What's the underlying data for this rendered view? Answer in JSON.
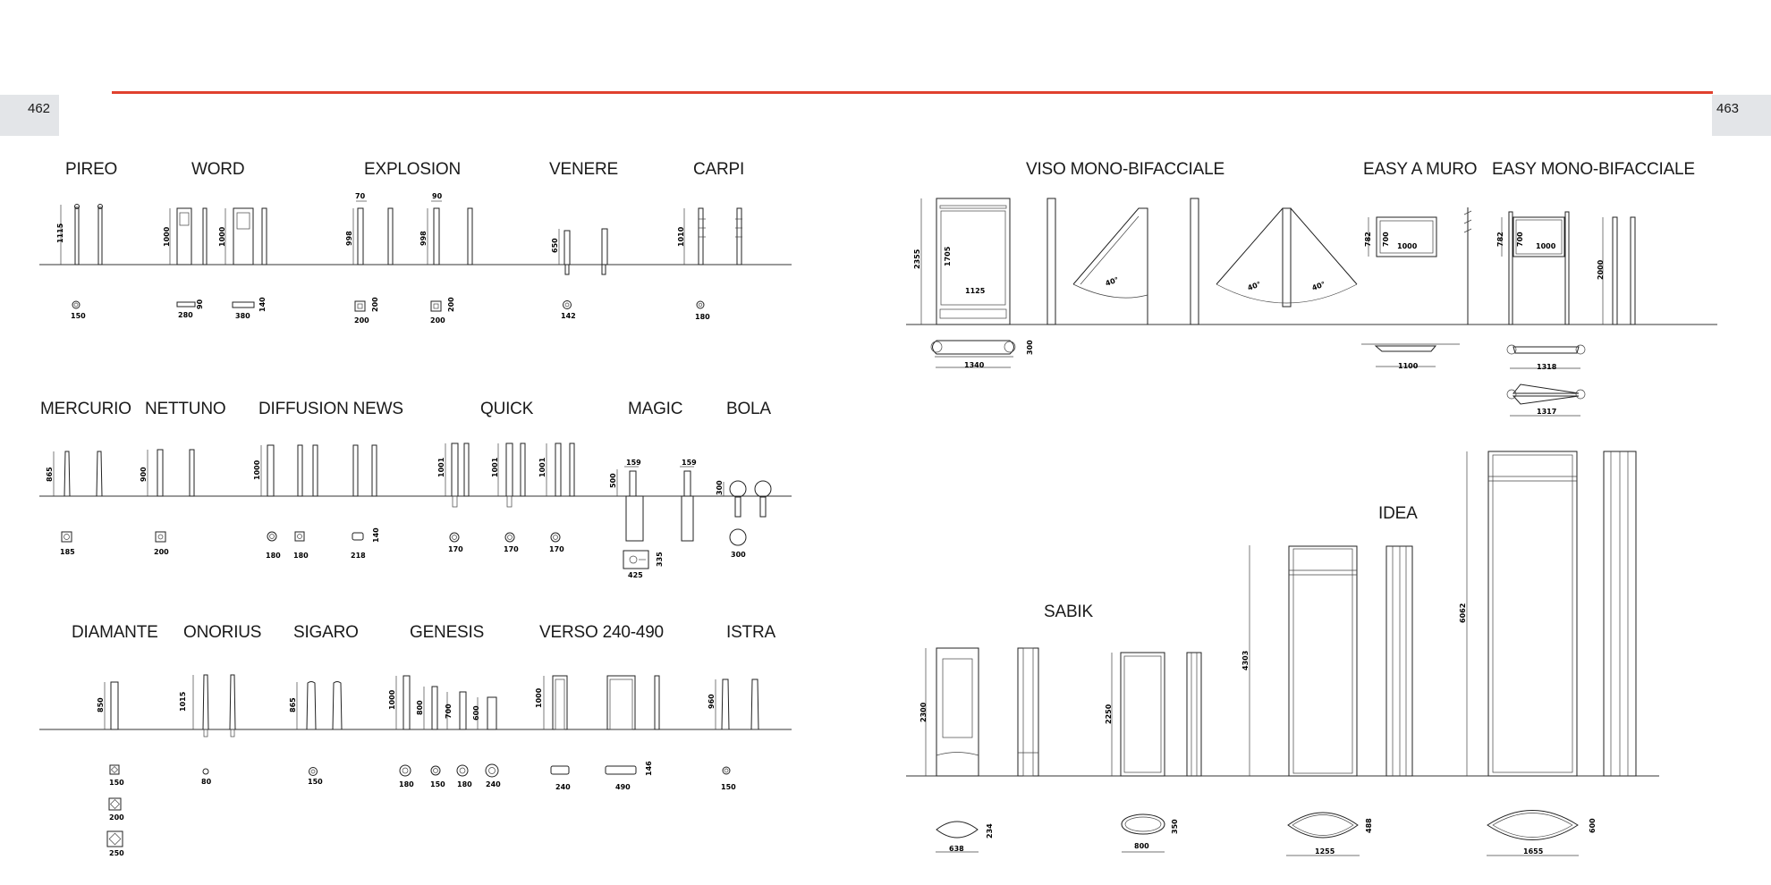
{
  "page_numbers": {
    "left": "462",
    "right": "463"
  },
  "colors": {
    "accent_rule": "#e0412e",
    "page_tab": "#e3e5e8"
  },
  "titles": {
    "pireo": "PIREO",
    "word": "WORD",
    "explosion": "EXPLOSION",
    "venere": "VENERE",
    "carpi": "CARPI",
    "mercurio": "MERCURIO",
    "nettuno": "NETTUNO",
    "diffusion_news": "DIFFUSION NEWS",
    "quick": "QUICK",
    "magic": "MAGIC",
    "bola": "BOLA",
    "diamante": "DIAMANTE",
    "onorius": "ONORIUS",
    "sigaro": "SIGARO",
    "genesis": "GENESIS",
    "verso": "VERSO 240-490",
    "istra": "ISTRA",
    "viso": "VISO MONO-BIFACCIALE",
    "easy_muro": "EASY A MURO",
    "easy_mono": "EASY MONO-BIFACCIALE",
    "idea": "IDEA",
    "sabik": "SABIK"
  },
  "dims": {
    "pireo_h": "1115",
    "pireo_w": "150",
    "word_h1": "1000",
    "word_h2": "1000",
    "word_w1": "280",
    "word_d1": "90",
    "word_w2": "380",
    "word_d2": "140",
    "explosion_t1": "70",
    "explosion_t2": "90",
    "explosion_h1": "998",
    "explosion_h2": "998",
    "explosion_w1": "200",
    "explosion_d1": "200",
    "explosion_w2": "200",
    "explosion_d2": "200",
    "venere_h": "650",
    "venere_w": "142",
    "carpi_h": "1010",
    "carpi_w": "180",
    "mercurio_h": "865",
    "mercurio_w": "185",
    "nettuno_h": "900",
    "nettuno_w": "200",
    "diffusion_h": "1000",
    "diffusion_w1": "180",
    "diffusion_w2": "180",
    "diffusion_w3": "218",
    "diffusion_d3": "140",
    "quick_h1": "1001",
    "quick_h2": "1001",
    "quick_h3": "1001",
    "quick_w1": "170",
    "quick_w2": "170",
    "quick_w3": "170",
    "magic_t1": "159",
    "magic_t2": "159",
    "magic_h": "500",
    "magic_w": "425",
    "magic_d": "335",
    "bola_h": "300",
    "bola_w": "300",
    "diamante_h": "850",
    "diamante_w1": "150",
    "diamante_w2": "200",
    "diamante_w3": "250",
    "onorius_h": "1015",
    "onorius_w": "80",
    "sigaro_h": "865",
    "sigaro_w": "150",
    "genesis_h1": "1000",
    "genesis_h2": "800",
    "genesis_h3": "700",
    "genesis_h4": "600",
    "genesis_w1": "180",
    "genesis_w2": "150",
    "genesis_w3": "180",
    "genesis_w4": "240",
    "verso_h": "1000",
    "verso_w1": "240",
    "verso_w2": "490",
    "verso_d": "146",
    "istra_h": "960",
    "istra_w": "150",
    "viso_h": "2355",
    "viso_ph": "1705",
    "viso_pw": "1125",
    "viso_a1": "40°",
    "viso_a2": "40°",
    "viso_a3": "40°",
    "viso_bw": "1340",
    "viso_bd": "300",
    "easymuro_h": "782",
    "easymuro_ph": "700",
    "easymuro_pw": "1000",
    "easymuro_bw": "1100",
    "easymono_h": "782",
    "easymono_ph": "700",
    "easymono_pw": "1000",
    "easymono_side": "2000",
    "easymono_bw1": "1318",
    "easymono_bw2": "1317",
    "sabik_h1": "2300",
    "sabik_h2": "2250",
    "sabik_w1": "638",
    "sabik_d1": "234",
    "sabik_w2": "800",
    "sabik_d2": "350",
    "idea_h1": "4303",
    "idea_h2": "6062",
    "idea_w1": "1255",
    "idea_d1": "488",
    "idea_w2": "1655",
    "idea_d2": "600"
  }
}
